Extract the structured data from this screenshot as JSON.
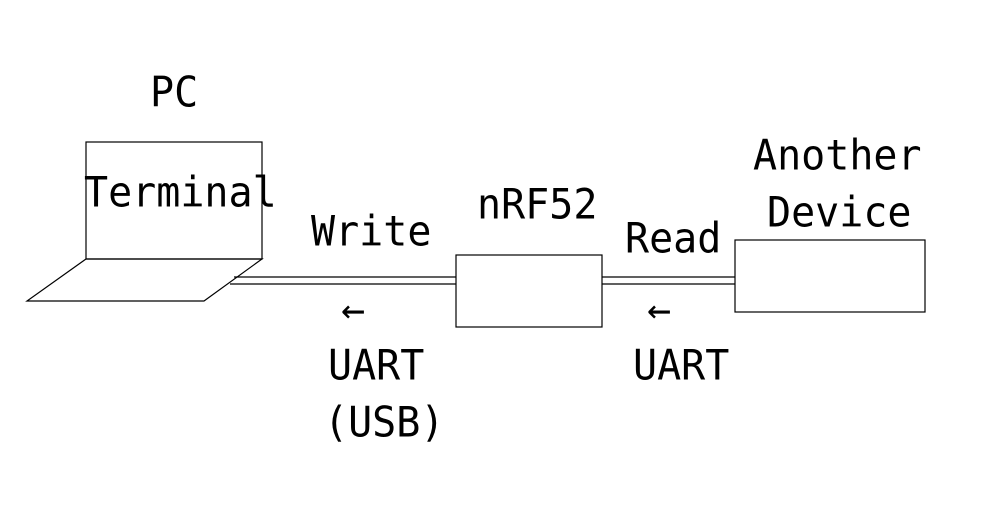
{
  "pc": {
    "title": "PC",
    "screen_label": "Terminal"
  },
  "nrf52": {
    "label": "nRF52"
  },
  "another_device": {
    "line1": "Another",
    "line2": "Device"
  },
  "left_link": {
    "label": "Write",
    "arrow": "←",
    "protocol": "UART",
    "note": "(USB)"
  },
  "right_link": {
    "label": "Read",
    "arrow": "←",
    "protocol": "UART"
  }
}
